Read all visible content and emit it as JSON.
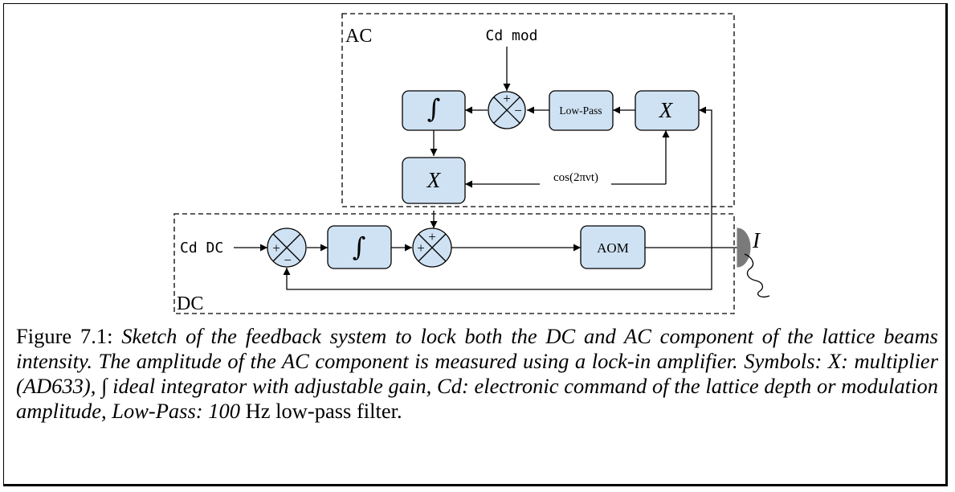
{
  "diagram": {
    "ac_label": "AC",
    "dc_label": "DC",
    "cd_mod_label": "Cd mod",
    "cd_dc_label": "Cd DC",
    "integrator_symbol": "∫",
    "multiplier_symbol": "X",
    "lowpass_label": "Low-Pass",
    "aom_label": "AOM",
    "reference_label": "cos(2πνt)",
    "intensity_label": "I",
    "plus_sign": "+",
    "minus_sign": "−",
    "colors": {
      "block_fill": "#cfe2f3",
      "stroke": "#000000",
      "detector": "#7a7a7a"
    }
  },
  "caption": {
    "prefix": "Figure 7.1: ",
    "text_1": "Sketch of the feedback system to lock both the DC and AC component of the lattice beams intensity. The amplitude of the AC component is measured using a lock-in amplifier. Symbols: ",
    "x_symbol": "X",
    "text_2": ": multiplier (AD633), ",
    "integral_symbol": "∫",
    "text_3": " ideal integrator with adjustable gain, Cd: electronic command of the lattice depth or modulation amplitude, Low-Pass: ",
    "number": "100",
    "unit_text": " Hz low-pass filter."
  }
}
